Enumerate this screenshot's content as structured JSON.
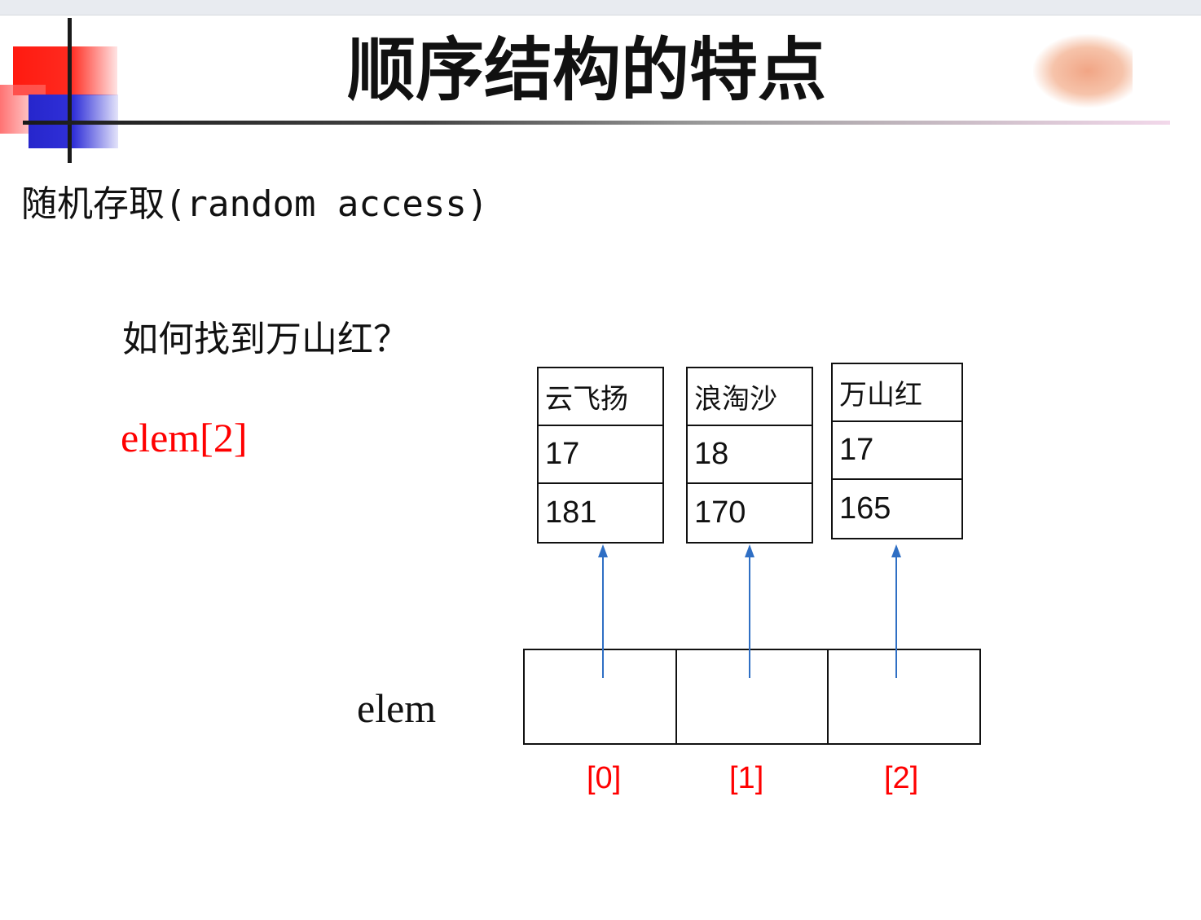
{
  "slide": {
    "title": "顺序结构的特点",
    "subtitle": "随机存取(random access)",
    "question": "如何找到万山红？",
    "answer": "elem[2]",
    "array_label": "elem"
  },
  "records": [
    {
      "name": "云飞扬",
      "age": "17",
      "height": "181"
    },
    {
      "name": "浪淘沙",
      "age": "18",
      "height": "170"
    },
    {
      "name": "万山红",
      "age": "17",
      "height": "165"
    }
  ],
  "indices": [
    "[0]",
    "[1]",
    "[2]"
  ],
  "colors": {
    "arrow": "#2f6fc4",
    "highlight": "#ff0000",
    "text": "#111111"
  }
}
